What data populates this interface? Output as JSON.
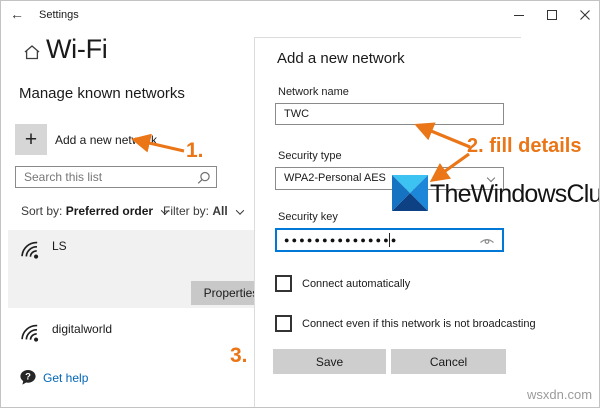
{
  "titlebar": {
    "back_icon": "←",
    "title": "Settings"
  },
  "page": {
    "title": "Wi-Fi",
    "section_heading": "Manage known networks",
    "add_new_label": "Add a new network",
    "search_placeholder": "Search this list",
    "sort_label": "Sort by:",
    "sort_value": "Preferred order",
    "filter_label": "Filter by:",
    "filter_value": "All",
    "networks": [
      {
        "name": "LS",
        "action": "Properties"
      },
      {
        "name": "digitalworld"
      }
    ],
    "get_help": "Get help"
  },
  "dialog": {
    "title": "Add a new network",
    "network_name": {
      "label": "Network name",
      "value": "TWC"
    },
    "security_type": {
      "label": "Security type",
      "value": "WPA2-Personal AES"
    },
    "security_key": {
      "label": "Security key",
      "value": "●●●●●●●●●●●●●●●"
    },
    "checkboxes": [
      {
        "label": "Connect automatically",
        "checked": false
      },
      {
        "label": "Connect even if this network is not broadcasting",
        "checked": false
      }
    ],
    "save_label": "Save",
    "cancel_label": "Cancel"
  },
  "annotations": {
    "step1": "1.",
    "step2": "2. fill details",
    "step3": "3.",
    "accent_color": "#ea7617"
  },
  "watermark": {
    "brand": "TheWindowsClub",
    "site": "wsxdn.com",
    "logo_colors": {
      "top": "#3cc3f2",
      "left": "#1673c1",
      "right": "#1c86d8",
      "bottom": "#0d4183"
    }
  }
}
